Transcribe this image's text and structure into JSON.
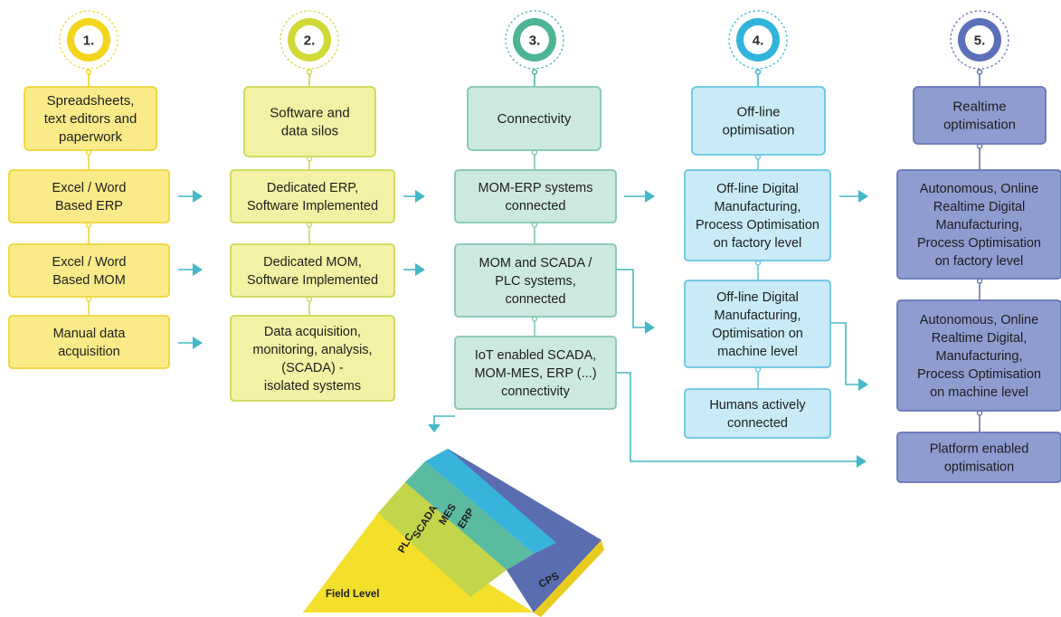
{
  "steps": [
    {
      "badge": "1.",
      "header": [
        "Spreadsheets,",
        "text editors and",
        "paperwork"
      ],
      "items": [
        [
          "Excel / Word",
          "Based ERP"
        ],
        [
          "Excel / Word",
          "Based MOM"
        ],
        [
          "Manual data",
          "acquisition"
        ]
      ]
    },
    {
      "badge": "2.",
      "header": [
        "Software and",
        "data silos"
      ],
      "items": [
        [
          "Dedicated ERP,",
          "Software Implemented"
        ],
        [
          "Dedicated MOM,",
          "Software Implemented"
        ],
        [
          "Data acquisition,",
          "monitoring, analysis,",
          "(SCADA)  -",
          "isolated systems"
        ]
      ]
    },
    {
      "badge": "3.",
      "header": [
        "Connectivity"
      ],
      "items": [
        [
          "MOM-ERP systems",
          "connected"
        ],
        [
          "MOM and SCADA /",
          "PLC systems,",
          "connected"
        ],
        [
          "IoT enabled SCADA,",
          "MOM-MES, ERP (...)",
          "connectivity"
        ]
      ]
    },
    {
      "badge": "4.",
      "header": [
        "Off-line",
        "optimisation"
      ],
      "items": [
        [
          "Off-line Digital",
          "Manufacturing,",
          "Process Optimisation",
          "on factory level"
        ],
        [
          "Off-line Digital",
          "Manufacturing,",
          "Optimisation on",
          "machine level"
        ],
        [
          "Humans actively",
          "connected"
        ]
      ]
    },
    {
      "badge": "5.",
      "header": [
        "Realtime",
        "optimisation"
      ],
      "items": [
        [
          "Autonomous, Online",
          "Realtime Digital",
          "Manufacturing,",
          "Process Optimisation",
          "on factory level"
        ],
        [
          "Autonomous, Online",
          "Realtime Digital,",
          "Manufacturing,",
          "Process Optimisation",
          "on machine level"
        ],
        [
          "Platform enabled",
          "optimisation"
        ]
      ]
    }
  ],
  "pyramid": {
    "layers": [
      "Field Level",
      "PLC",
      "SCADA",
      "MES",
      "ERP"
    ],
    "base_label": "CPS"
  },
  "colors": {
    "step1": {
      "fill": "#fbeb88",
      "stroke": "#f1d43a",
      "badge": "#f2d51c",
      "text": "#1e1e1e"
    },
    "step2": {
      "fill": "#f2f1a4",
      "stroke": "#cfd754",
      "badge": "#d0d935",
      "text": "#1e1e1e"
    },
    "step3": {
      "fill": "#cde9de",
      "stroke": "#83c7b0",
      "badge": "#4db496",
      "text": "#1e1e1e"
    },
    "step4": {
      "fill": "#c8ebf7",
      "stroke": "#64c6e3",
      "badge": "#31b4dc",
      "text": "#1e1e1e"
    },
    "step5": {
      "fill": "#8e9cd0",
      "stroke": "#6675b6",
      "badge": "#5c6fb9",
      "text": "#1e1e1e"
    },
    "arrow": "#45b8c7"
  }
}
